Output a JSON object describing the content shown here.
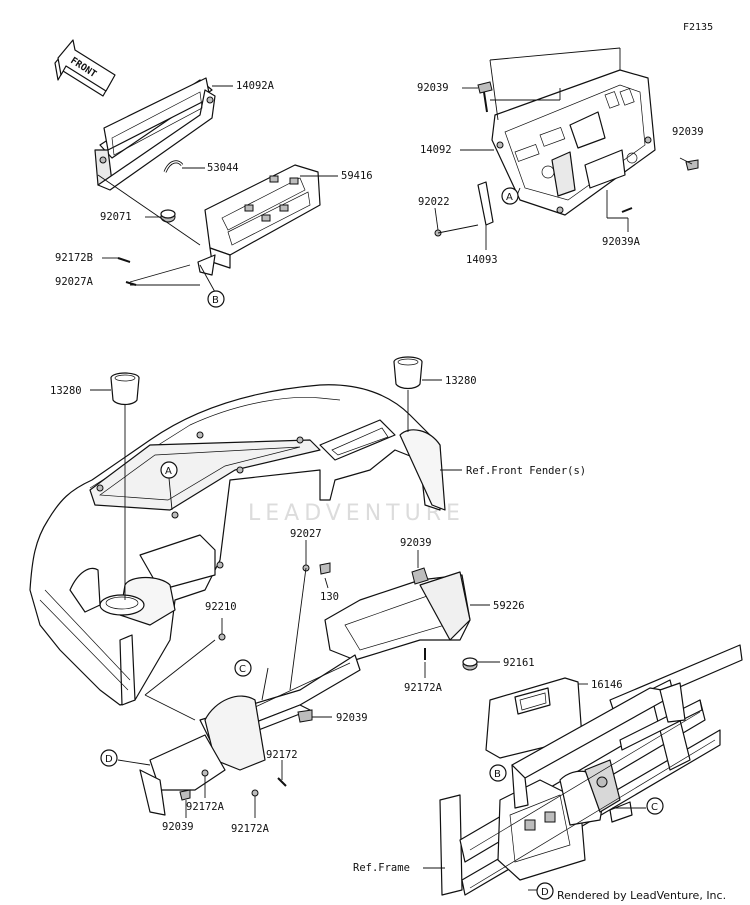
{
  "figure_code": "F2135",
  "front_arrow_label": "FRONT",
  "watermark": "LEADVENTURE",
  "credit": "Rendered by LeadVenture, Inc.",
  "callouts": {
    "c_14092A": "14092A",
    "c_53044": "53044",
    "c_59416": "59416",
    "c_92071": "92071",
    "c_92172B": "92172B",
    "c_92027A": "92027A",
    "c_92039_top": "92039",
    "c_14092": "14092",
    "c_92039_right": "92039",
    "c_92022": "92022",
    "c_14093": "14093",
    "c_92039A": "92039A",
    "c_13280_left": "13280",
    "c_13280_right": "13280",
    "c_92027": "92027",
    "c_130": "130",
    "c_92039_mid": "92039",
    "c_59226": "59226",
    "c_92210": "92210",
    "c_92161": "92161",
    "c_92172A_mid": "92172A",
    "c_16146": "16146",
    "c_92039_low": "92039",
    "c_92172": "92172",
    "c_92172A_low1": "92172A",
    "c_92039_bottom": "92039",
    "c_92172A_low2": "92172A"
  },
  "references": {
    "front_fender": "Ref.Front Fender(s)",
    "frame": "Ref.Frame"
  },
  "markers": {
    "m_B_top": "B",
    "m_A_top": "A",
    "m_A_dash": "A",
    "m_C_mid": "C",
    "m_D_left": "D",
    "m_B_frame": "B",
    "m_C_frame": "C",
    "m_D_frame": "D"
  }
}
